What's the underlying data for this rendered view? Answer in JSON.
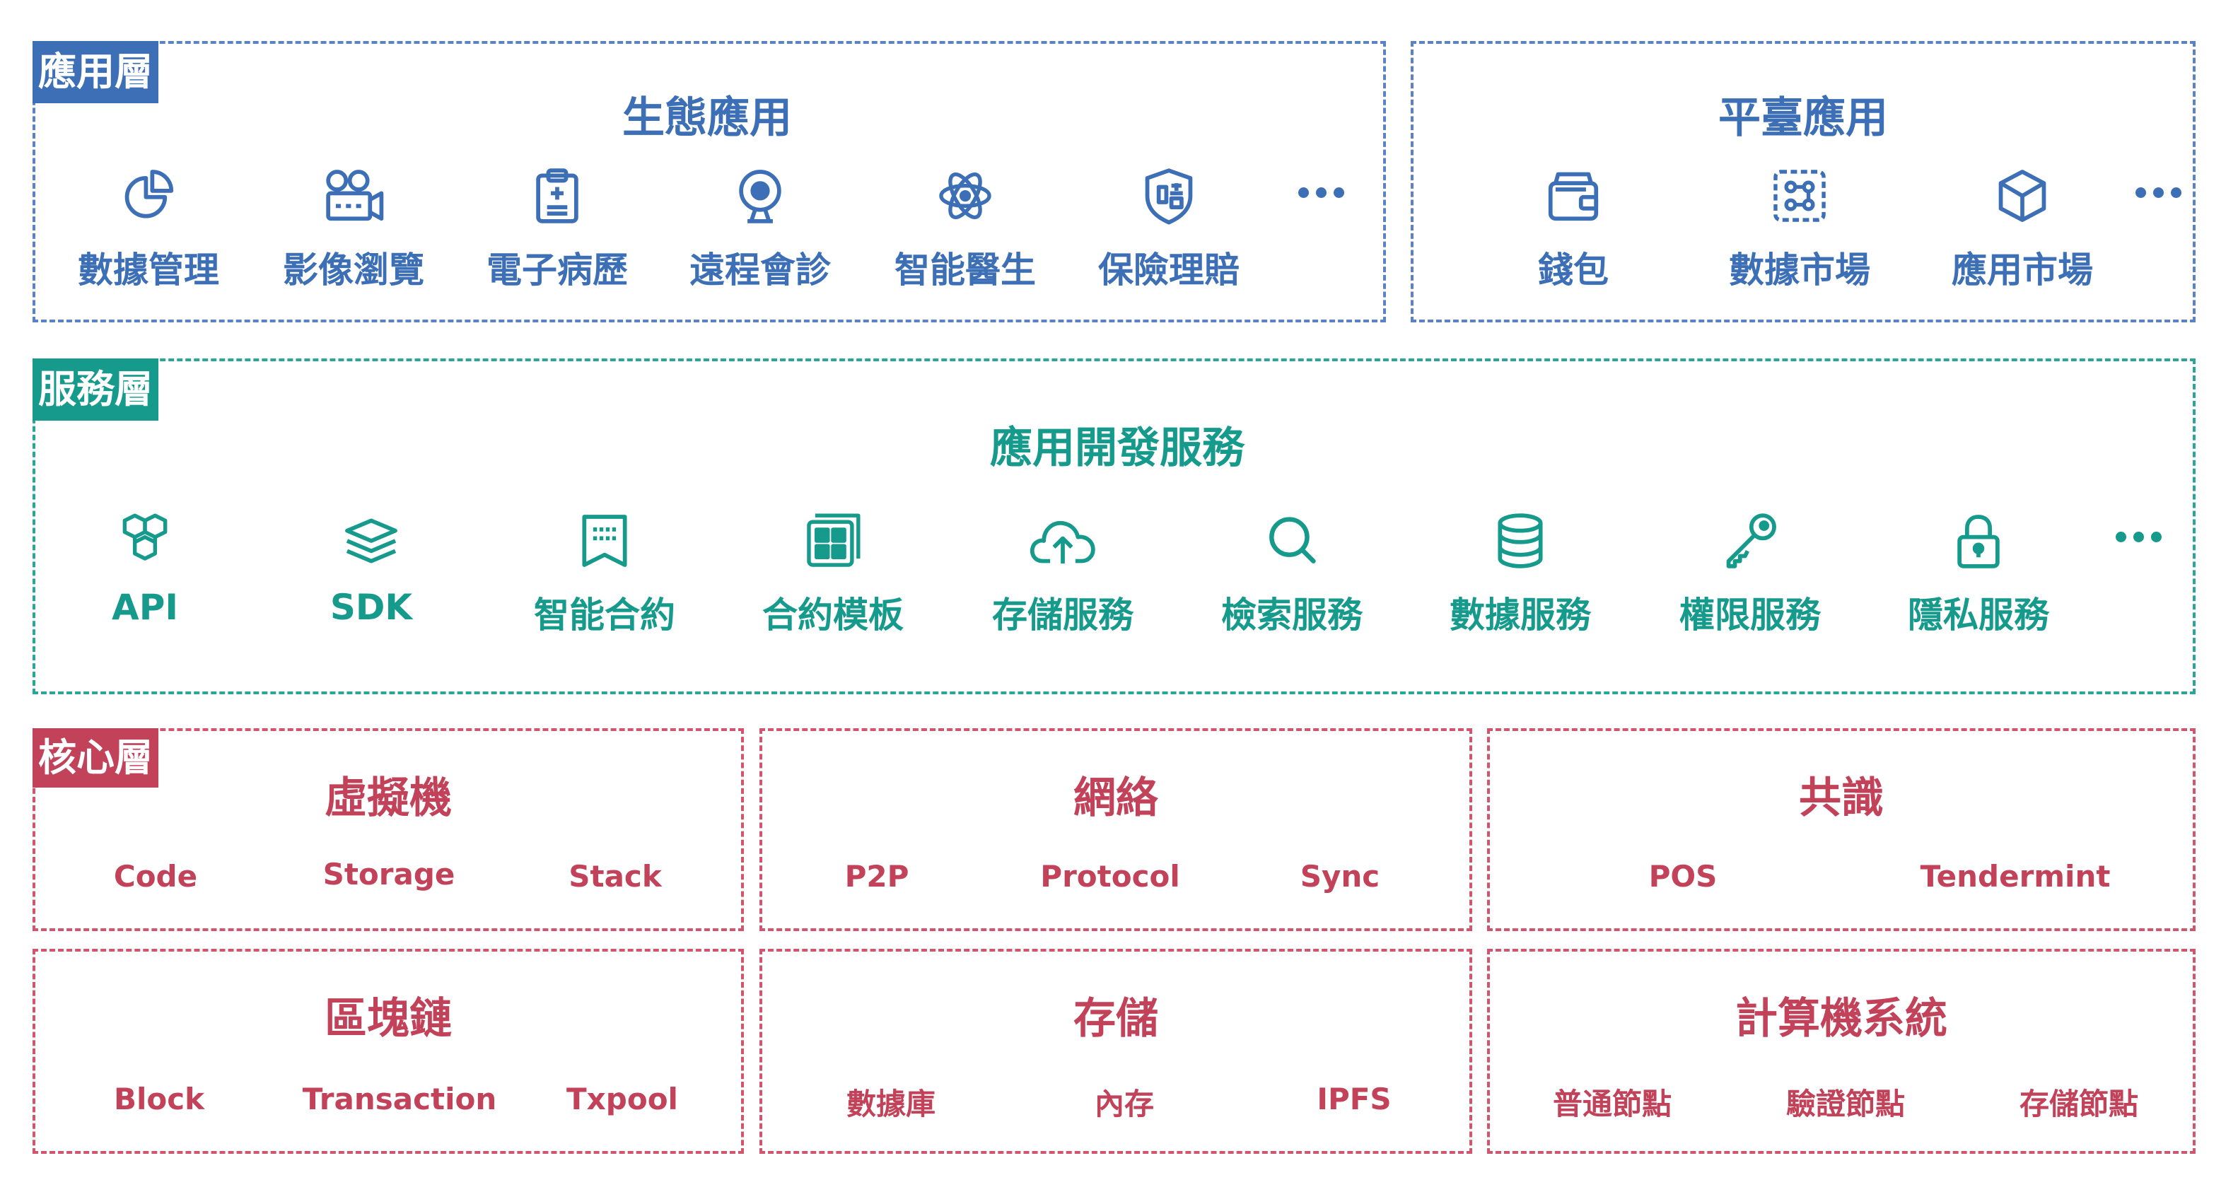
{
  "colors": {
    "application": "#3d6fb6",
    "service": "#159a8c",
    "core": "#c2425a"
  },
  "application_layer": {
    "tag": "應用層",
    "ecosystem": {
      "title": "生態應用",
      "items": [
        {
          "label": "數據管理",
          "icon": "pie-chart-icon"
        },
        {
          "label": "影像瀏覽",
          "icon": "video-camera-icon"
        },
        {
          "label": "電子病歷",
          "icon": "clipboard-icon"
        },
        {
          "label": "遠程會診",
          "icon": "webcam-icon"
        },
        {
          "label": "智能醫生",
          "icon": "atom-icon"
        },
        {
          "label": "保險理賠",
          "icon": "shield-icon"
        }
      ],
      "more": "more-dots-icon"
    },
    "platform": {
      "title": "平臺應用",
      "items": [
        {
          "label": "錢包",
          "icon": "wallet-icon"
        },
        {
          "label": "數據市場",
          "icon": "data-market-icon"
        },
        {
          "label": "應用市場",
          "icon": "cube-icon"
        }
      ],
      "more": "more-dots-icon"
    }
  },
  "service_layer": {
    "tag": "服務層",
    "title": "應用開發服務",
    "items": [
      {
        "label": "API",
        "icon": "hexagons-icon"
      },
      {
        "label": "SDK",
        "icon": "layers-icon"
      },
      {
        "label": "智能合約",
        "icon": "contract-icon"
      },
      {
        "label": "合約模板",
        "icon": "template-grid-icon"
      },
      {
        "label": "存儲服務",
        "icon": "cloud-upload-icon"
      },
      {
        "label": "檢索服務",
        "icon": "search-icon"
      },
      {
        "label": "數據服務",
        "icon": "database-icon"
      },
      {
        "label": "權限服務",
        "icon": "key-icon"
      },
      {
        "label": "隱私服務",
        "icon": "lock-icon"
      }
    ],
    "more": "more-dots-icon"
  },
  "core_layer": {
    "tag": "核心層",
    "modules": [
      {
        "title": "虛擬機",
        "items": [
          "Code",
          "Storage",
          "Stack"
        ]
      },
      {
        "title": "網絡",
        "items": [
          "P2P",
          "Protocol",
          "Sync"
        ]
      },
      {
        "title": "共識",
        "items": [
          "POS",
          "Tendermint"
        ]
      },
      {
        "title": "區塊鏈",
        "items": [
          "Block",
          "Transaction",
          "Txpool"
        ]
      },
      {
        "title": "存儲",
        "items": [
          "數據庫",
          "內存",
          "IPFS"
        ]
      },
      {
        "title": "計算機系統",
        "items": [
          "普通節點",
          "驗證節點",
          "存儲節點"
        ]
      }
    ]
  }
}
